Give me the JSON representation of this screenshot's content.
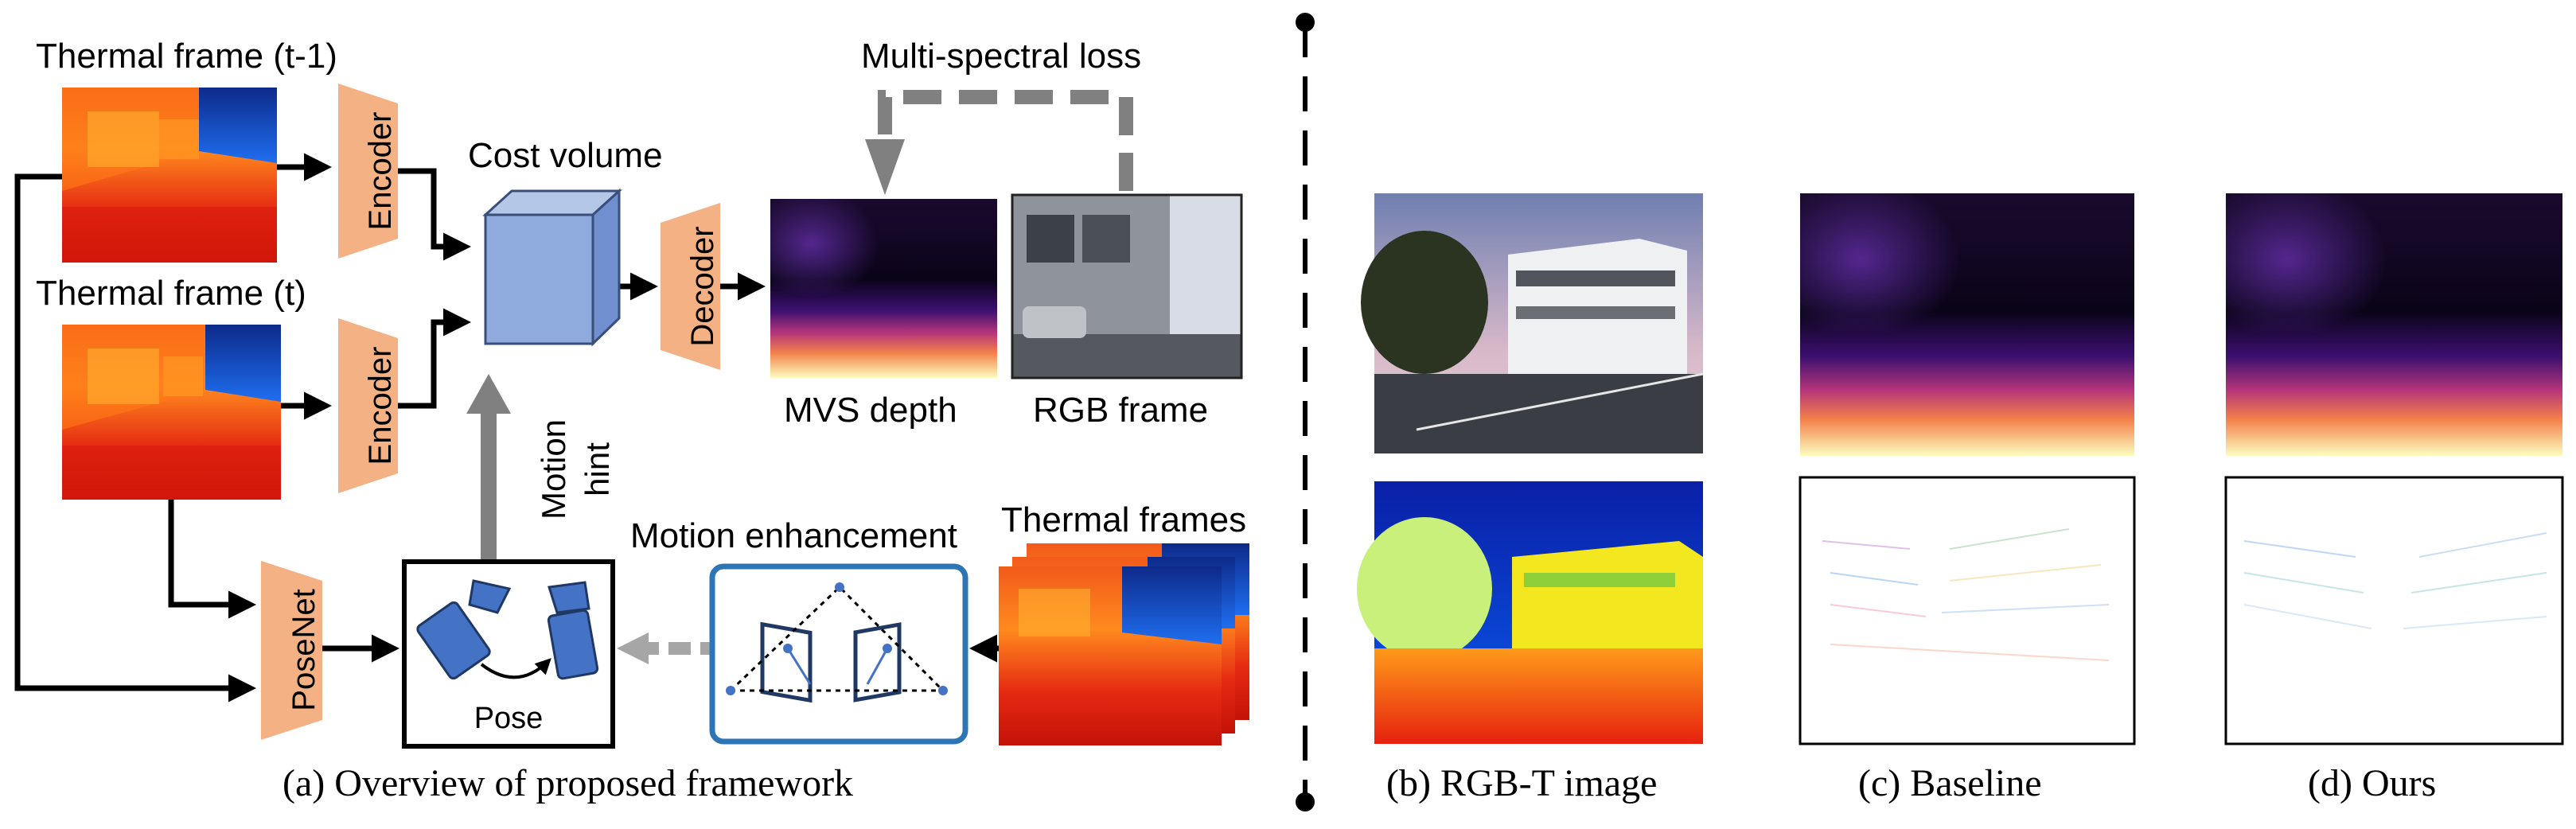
{
  "labels": {
    "thermal_prev": "Thermal frame (t-1)",
    "thermal_curr": "Thermal frame (t)",
    "encoder": "Encoder",
    "cost_volume": "Cost volume",
    "decoder": "Decoder",
    "multispectral_loss": "Multi-spectral loss",
    "mvs_depth": "MVS depth",
    "rgb_frame": "RGB frame",
    "motion": "Motion",
    "hint": "hint",
    "posenet": "PoseNet",
    "pose": "Pose",
    "motion_enhancement": "Motion enhancement",
    "thermal_frames": "Thermal frames"
  },
  "captions": {
    "a": "(a) Overview of proposed framework",
    "b": "(b) RGB-T image",
    "c": "(c) Baseline",
    "d": "(d) Ours"
  },
  "colors": {
    "module_fill": "#f4b183",
    "cube_front": "#8faadc",
    "cube_top": "#b4c7e7",
    "cube_side": "#6f8fcf",
    "arrow_grey": "#808080",
    "camera_blue": "#4472c4",
    "enhance_border": "#2e75b6"
  }
}
